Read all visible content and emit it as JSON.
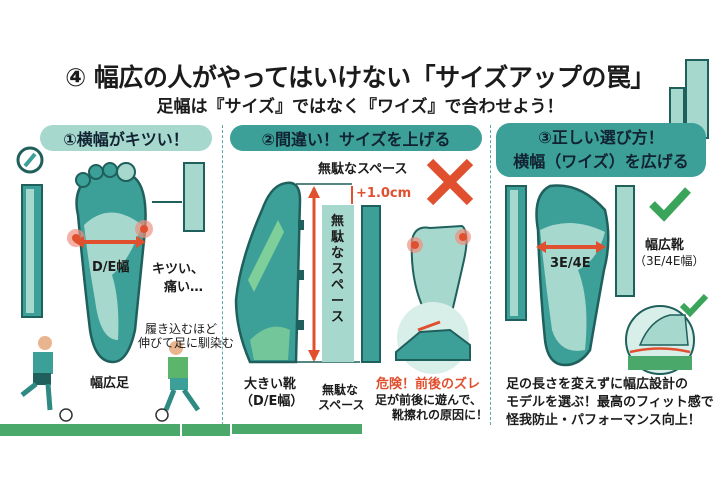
{
  "header": {
    "title": "④ 幅広の人がやってはいけない「サイズアップの罠」",
    "subtitle": "足幅は『サイズ』ではなく『ワイズ』で合わせよう！"
  },
  "panel1": {
    "heading": "①横幅がキツい！",
    "width_label": "D/E幅",
    "pain_line1": "キツい、",
    "pain_line2": "痛い…",
    "break_in_line1": "履き込むほど",
    "break_in_line2": "伸びて足に馴染む",
    "foot_label": "幅広足"
  },
  "panel2": {
    "heading": "②間違い！サイズを上げる",
    "wasted_space_top": "無駄なスペース",
    "extra_length": "+1.0cm",
    "wasted_space_vertical": "無駄なスペース",
    "shoe_label_line1": "大きい靴",
    "shoe_label_line2": "（D/E幅）",
    "wasted_space_bottom_line1": "無駄な",
    "wasted_space_bottom_line2": "スペース",
    "danger_title": "危険！前後のズレ",
    "danger_line1": "足が前後に遊んで、",
    "danger_line2": "靴擦れの原因に！"
  },
  "panel3": {
    "heading_line1": "③正しい選び方！",
    "heading_line2": "横幅（ワイズ）を広げる",
    "width_label": "3E/4E",
    "shoe_label_line1": "幅広靴",
    "shoe_label_line2": "（3E/4E幅）",
    "desc_line1": "足の長さを変えずに幅広設計の",
    "desc_line2": "モデルを選ぶ！最高のフィット感で",
    "desc_line3": "怪我防止・パフォーマンス向上！"
  },
  "colors": {
    "teal_dark": "#2f8a84",
    "teal_light": "#a6d8cd",
    "accent_red": "#e0502f",
    "check_green": "#3aa55a"
  }
}
